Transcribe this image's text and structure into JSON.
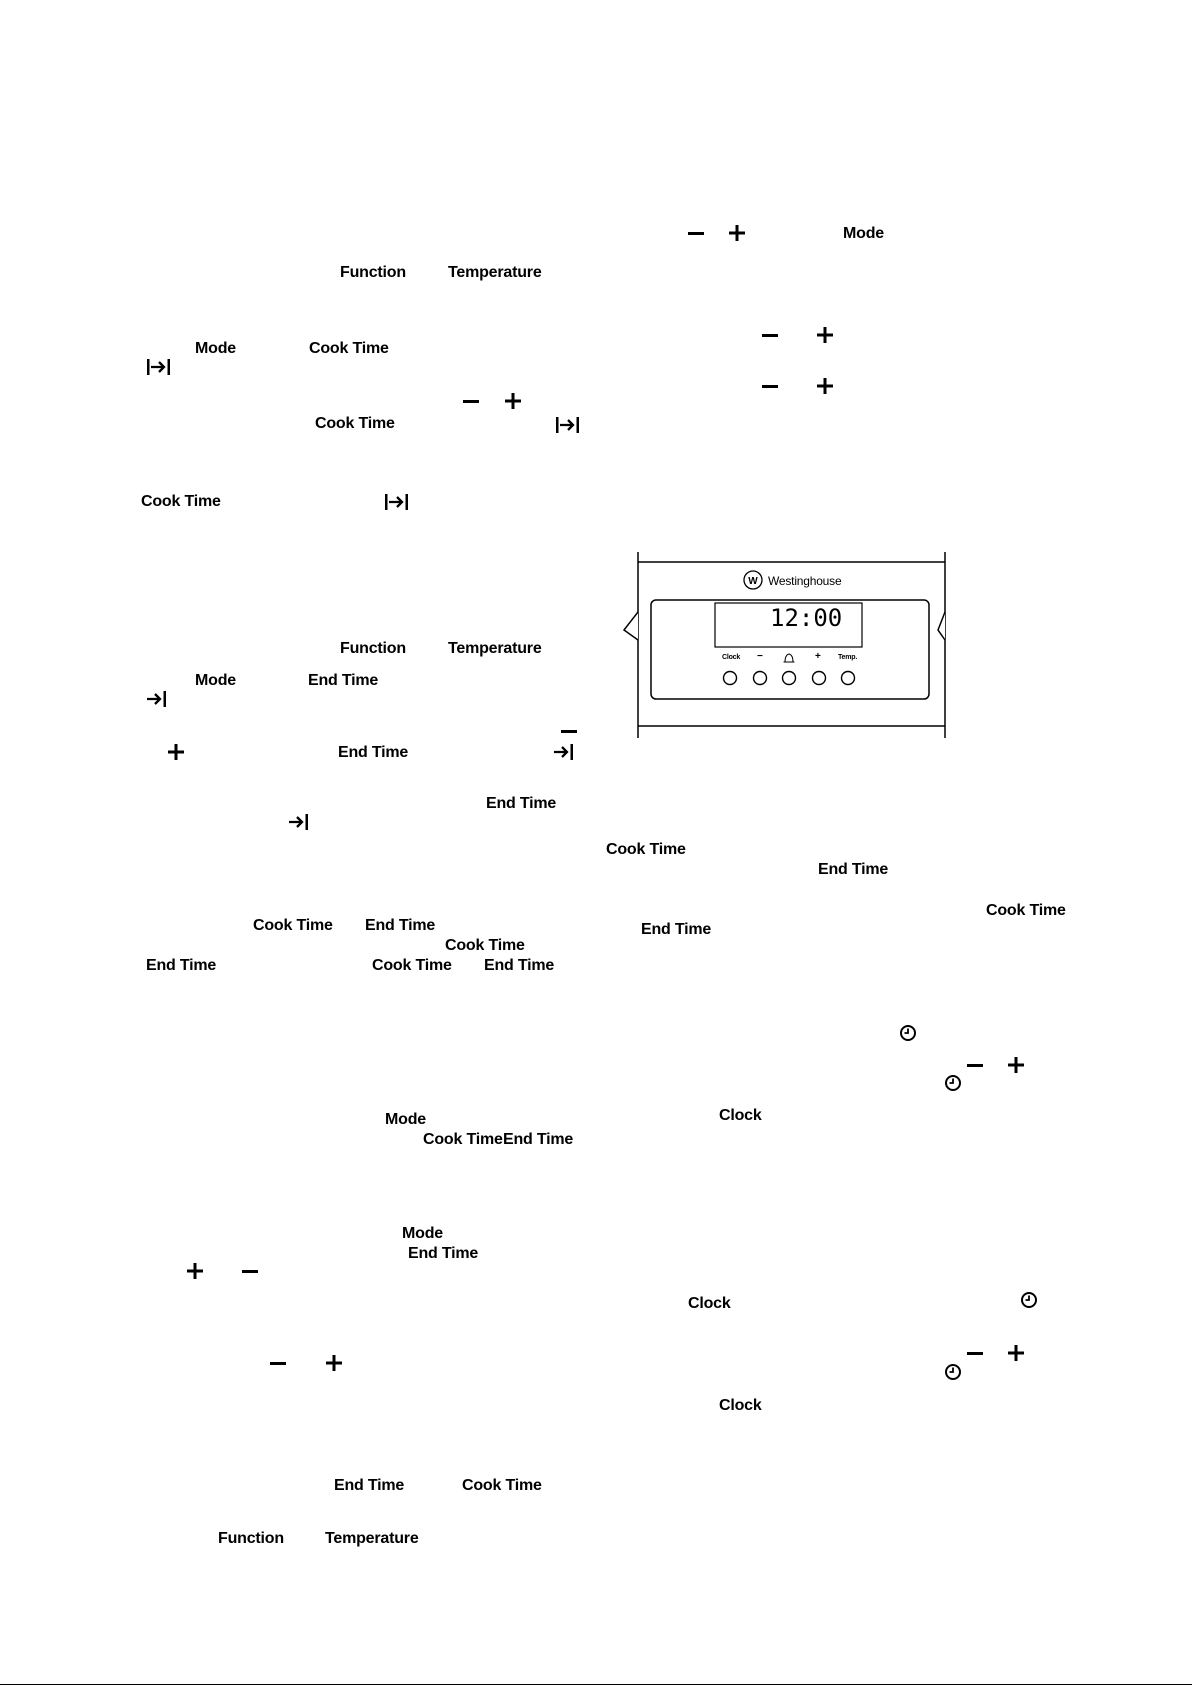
{
  "labels": {
    "mode": "Mode",
    "function": "Function",
    "temperature": "Temperature",
    "cook_time": "Cook Time",
    "end_time": "End Time",
    "clock": "Clock"
  },
  "panel": {
    "brand": "Westinghouse",
    "display": "12:00",
    "buttons": [
      "Clock",
      "−",
      "bell",
      "+",
      "Temp."
    ]
  },
  "icons": {
    "minus": "minus-icon",
    "plus": "plus-icon",
    "cook_time": "cook-time-arrow-icon",
    "end_time": "end-time-arrow-icon",
    "clock": "clock-icon",
    "bell": "bell-icon"
  }
}
